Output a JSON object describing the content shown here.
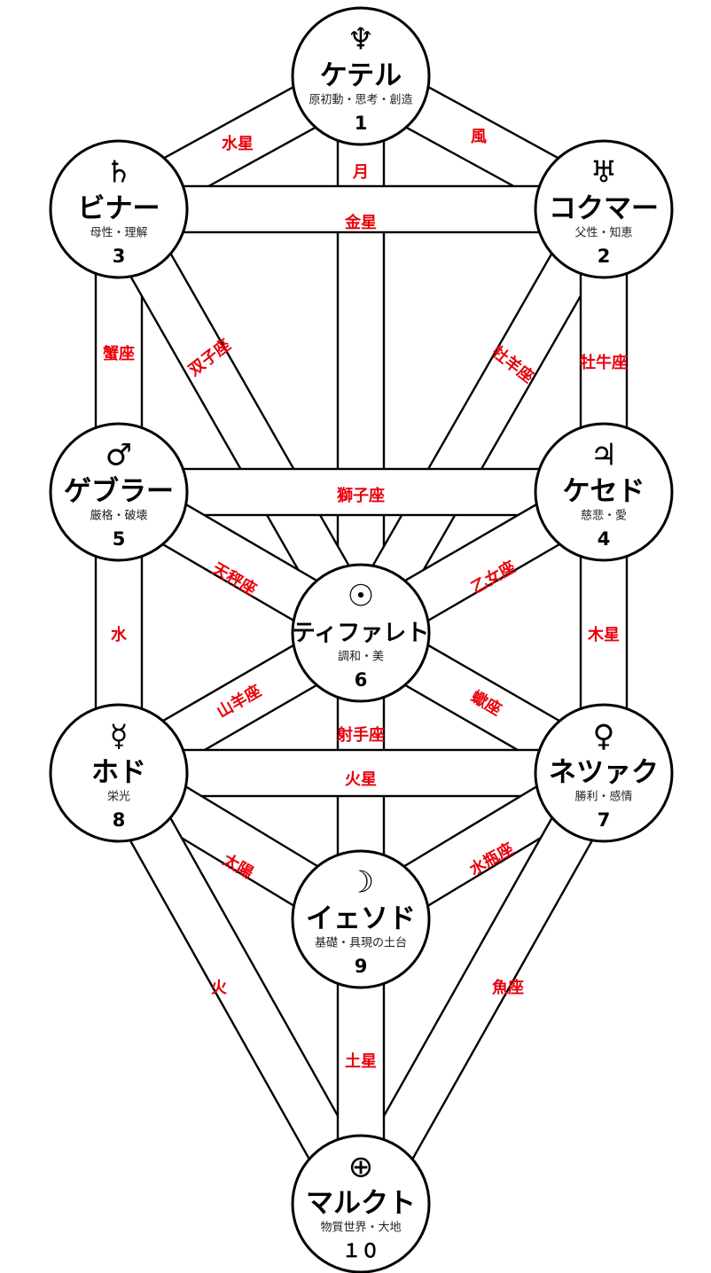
{
  "sephiroth": [
    {
      "key": "keter",
      "symbol": "♆",
      "symbol_name": "neptune-icon",
      "name": "ケテル",
      "meaning": "原初動・思考・創造",
      "number": "1"
    },
    {
      "key": "chokmah",
      "symbol": "♅",
      "symbol_name": "uranus-icon",
      "name": "コクマー",
      "meaning": "父性・知恵",
      "number": "2"
    },
    {
      "key": "binah",
      "symbol": "♄",
      "symbol_name": "saturn-icon",
      "name": "ビナー",
      "meaning": "母性・理解",
      "number": "3"
    },
    {
      "key": "chesed",
      "symbol": "♃",
      "symbol_name": "jupiter-icon",
      "name": "ケセド",
      "meaning": "慈悲・愛",
      "number": "4"
    },
    {
      "key": "geburah",
      "symbol": "♂",
      "symbol_name": "mars-icon",
      "name": "ゲブラー",
      "meaning": "厳格・破壊",
      "number": "5"
    },
    {
      "key": "tiphareth",
      "symbol": "☉",
      "symbol_name": "sun-icon",
      "name": "ティファレト",
      "meaning": "調和・美",
      "number": "6"
    },
    {
      "key": "netzach",
      "symbol": "♀",
      "symbol_name": "venus-icon",
      "name": "ネツァク",
      "meaning": "勝利・感情",
      "number": "7"
    },
    {
      "key": "hod",
      "symbol": "☿",
      "symbol_name": "mercury-icon",
      "name": "ホド",
      "meaning": "栄光",
      "number": "8"
    },
    {
      "key": "yesod",
      "symbol": "☽",
      "symbol_name": "moon-icon",
      "name": "イェソド",
      "meaning": "基礎・具現の土台",
      "number": "9"
    },
    {
      "key": "malkuth",
      "symbol": "⊕",
      "symbol_name": "earth-icon",
      "name": "マルクト",
      "meaning": "物質世界・大地",
      "number": "１０"
    }
  ],
  "paths": [
    {
      "key": "keter-binah",
      "label": "水星"
    },
    {
      "key": "keter-tiphareth",
      "label": "月"
    },
    {
      "key": "keter-chokmah",
      "label": "風"
    },
    {
      "key": "binah-chokmah",
      "label": "金星"
    },
    {
      "key": "binah-geburah",
      "label": "蟹座"
    },
    {
      "key": "binah-tiphareth",
      "label": "双子座"
    },
    {
      "key": "chokmah-tiphareth",
      "label": "牡羊座"
    },
    {
      "key": "chokmah-chesed",
      "label": "牡牛座"
    },
    {
      "key": "geburah-chesed",
      "label": "獅子座"
    },
    {
      "key": "geburah-tiphareth",
      "label": "天秤座"
    },
    {
      "key": "chesed-tiphareth",
      "label": "乙女座"
    },
    {
      "key": "geburah-hod",
      "label": "水"
    },
    {
      "key": "chesed-netzach",
      "label": "木星"
    },
    {
      "key": "hod-tiphareth",
      "label": "山羊座"
    },
    {
      "key": "netzach-tiphareth",
      "label": "蠍座"
    },
    {
      "key": "tiphareth-yesod",
      "label": "射手座"
    },
    {
      "key": "hod-netzach",
      "label": "火星"
    },
    {
      "key": "hod-yesod",
      "label": "太陽"
    },
    {
      "key": "netzach-yesod",
      "label": "水瓶座"
    },
    {
      "key": "hod-malkuth",
      "label": "火"
    },
    {
      "key": "netzach-malkuth",
      "label": "魚座"
    },
    {
      "key": "yesod-malkuth",
      "label": "土星"
    }
  ]
}
